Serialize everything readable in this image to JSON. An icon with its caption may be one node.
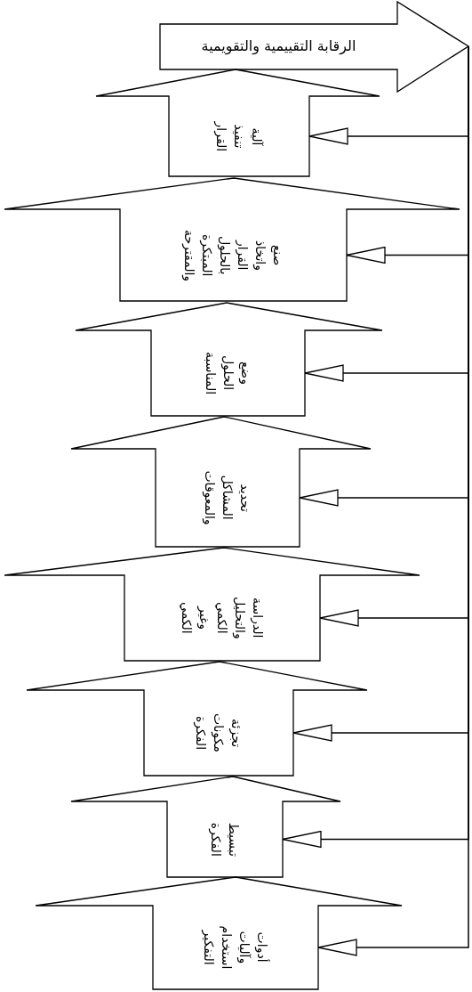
{
  "diagram": {
    "nodes": [
      {
        "text": [
          "الرقابة التقييمية والتقويمية"
        ]
      },
      {
        "text": [
          "آلية تنفيذ القرار"
        ]
      },
      {
        "text": [
          "صنع واتخاذ القرار بالحلول المبتكرة والمقترحة"
        ]
      },
      {
        "text": [
          "وضع الحلول المناسبة"
        ]
      },
      {
        "text": [
          "تحديد المشاكل والمعوقات"
        ]
      },
      {
        "text": [
          "الدراسة والتحليل الكمي وغير الكمي"
        ]
      },
      {
        "text": [
          "تجزئة مكونات الفكرة"
        ]
      },
      {
        "text": [
          "تبسيط الفكرة"
        ]
      },
      {
        "text": [
          "أدوات وآليات استخدام التفكير"
        ]
      }
    ],
    "edges": [
      {
        "from": 0,
        "to": 1,
        "arrow": "to"
      },
      {
        "from": 0,
        "to": 2,
        "arrow": "to"
      },
      {
        "from": 0,
        "to": 3,
        "arrow": "to"
      },
      {
        "from": 0,
        "to": 4,
        "arrow": "to"
      },
      {
        "from": 0,
        "to": 5,
        "arrow": "to"
      },
      {
        "from": 0,
        "to": 6,
        "arrow": "to"
      },
      {
        "from": 0,
        "to": 7,
        "arrow": "to"
      },
      {
        "from": 0,
        "to": 8,
        "arrow": "to"
      }
    ]
  }
}
